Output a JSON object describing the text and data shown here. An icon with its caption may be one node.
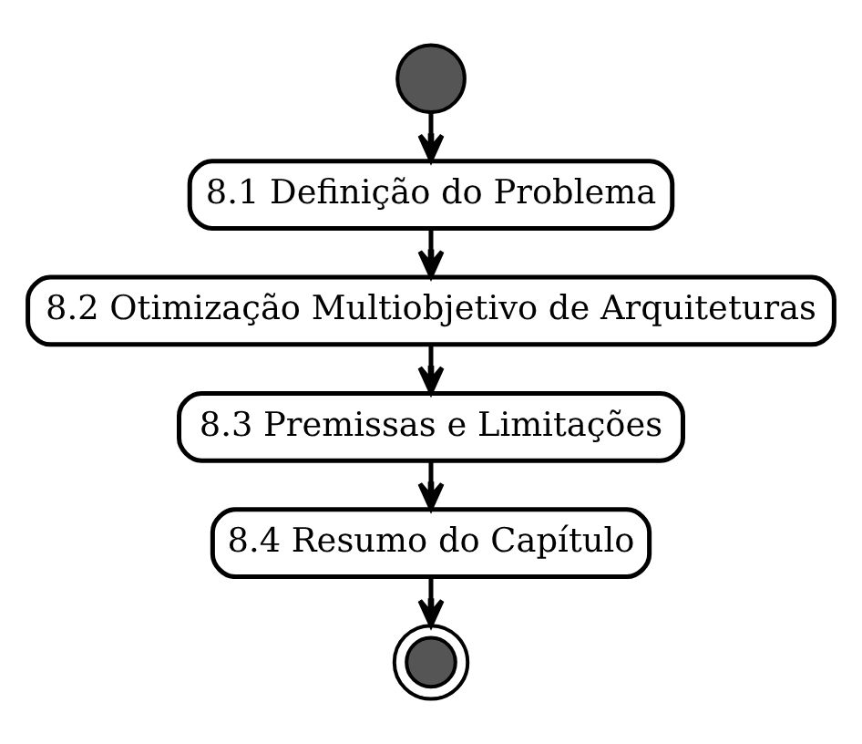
{
  "diagram": {
    "nodes": [
      {
        "text": [],
        "shape": "circle"
      },
      {
        "text": [
          "8.1 Definição do Problema"
        ]
      },
      {
        "text": [
          "8.2 Otimização Multiobjetivo de Arquiteturas"
        ]
      },
      {
        "text": [
          "8.3 Premissas e Limitações"
        ]
      },
      {
        "text": [
          "8.4 Resumo do Capítulo"
        ]
      },
      {
        "text": [],
        "shape": "circle"
      }
    ],
    "edges": [
      {
        "from": 0,
        "to": 1,
        "arrow": "to"
      },
      {
        "from": 1,
        "to": 2,
        "arrow": "to"
      },
      {
        "from": 2,
        "to": 3,
        "arrow": "to"
      },
      {
        "from": 3,
        "to": 4,
        "arrow": "to"
      },
      {
        "from": 4,
        "to": 5,
        "arrow": "to"
      }
    ]
  }
}
